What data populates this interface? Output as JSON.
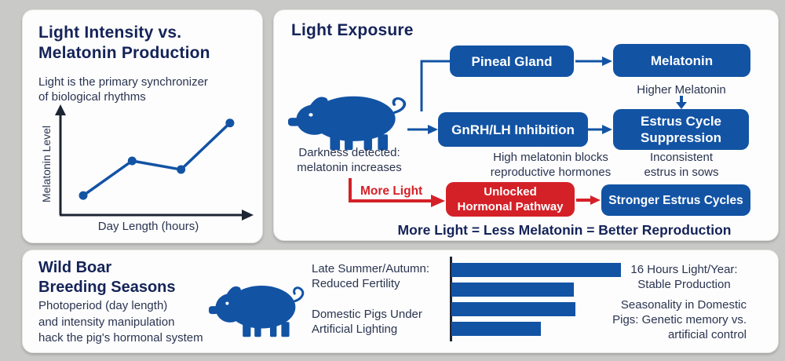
{
  "colors": {
    "blue": "#1253a4",
    "red": "#d42127",
    "navy_heading": "#142358",
    "body_text": "#2a3450",
    "axis": "#1d2534",
    "panel": "#fdfdfd",
    "background": "#c9cac8"
  },
  "panel_melatonin": {
    "title_lines": [
      "Light Intensity vs.",
      "Melatonin Production"
    ],
    "subtitle_lines": [
      "Light is the primary synchronizer",
      "of biological rhythms"
    ],
    "ylabel": "Melatonin Level",
    "xlabel": "Day Length (hours)"
  },
  "panel_exposure": {
    "title": "Light Exposure",
    "pig_caption_lines": [
      "Darkness detected:",
      "melatonin increases"
    ],
    "boxes": {
      "pineal": "Pineal Gland",
      "melatonin": "Melatonin",
      "gnrh": "GnRH/LH Inhibition",
      "estrus_lines": [
        "Estrus Cycle",
        "Suppression"
      ],
      "unlocked_lines": [
        "Unlocked",
        "Hormonal Pathway"
      ],
      "stronger": "Stronger Estrus Cycles"
    },
    "labels": {
      "higher_melatonin": "Higher Melatonin",
      "gnrh_caption_lines": [
        "High melatonin blocks",
        "reproductive hormones"
      ],
      "estrus_caption_lines": [
        "Inconsistent",
        "estrus in sows"
      ],
      "more_light": "More Light",
      "conclusion": "More Light = Less Melatonin = Better Reproduction"
    }
  },
  "panel_breeding": {
    "title_lines": [
      "Wild Boar",
      "Breeding Seasons"
    ],
    "subtitle_lines": [
      "Photoperiod (day length)",
      "and intensity manipulation",
      "hack the pig's hormonal system"
    ],
    "left_label_1_lines": [
      "Late Summer/Autumn:",
      "Reduced Fertility"
    ],
    "left_label_2_lines": [
      "Domestic Pigs Under",
      "Artificial Lighting"
    ],
    "right_label_1_lines": [
      "16 Hours Light/Year:",
      "Stable Production"
    ],
    "right_label_2_lines": [
      "Seasonality in Domestic",
      "Pigs: Genetic memory vs.",
      "artificial control"
    ]
  },
  "chart_data": [
    {
      "type": "line",
      "title": "Light Intensity vs. Melatonin Production",
      "xlabel": "Day Length (hours)",
      "ylabel": "Melatonin Level",
      "x": [
        1,
        2,
        3,
        4
      ],
      "y": [
        18,
        50,
        42,
        85
      ],
      "ylim": [
        0,
        100
      ],
      "units": "relative level (axes unlabeled, values estimated from point positions)",
      "grid": false,
      "legend": false
    },
    {
      "type": "bar",
      "orientation": "horizontal",
      "categories": [
        "",
        "",
        "",
        ""
      ],
      "values": [
        100,
        72,
        73,
        53
      ],
      "units": "relative bar length, % of longest bar (no tick labels shown)",
      "labels_left": [
        "Late Summer/Autumn: Reduced Fertility",
        "Domestic Pigs Under Artificial Lighting"
      ],
      "labels_right": [
        "16 Hours Light/Year: Stable Production",
        "Seasonality in Domestic Pigs: Genetic memory vs. artificial control"
      ],
      "grid": false,
      "legend": false
    }
  ]
}
